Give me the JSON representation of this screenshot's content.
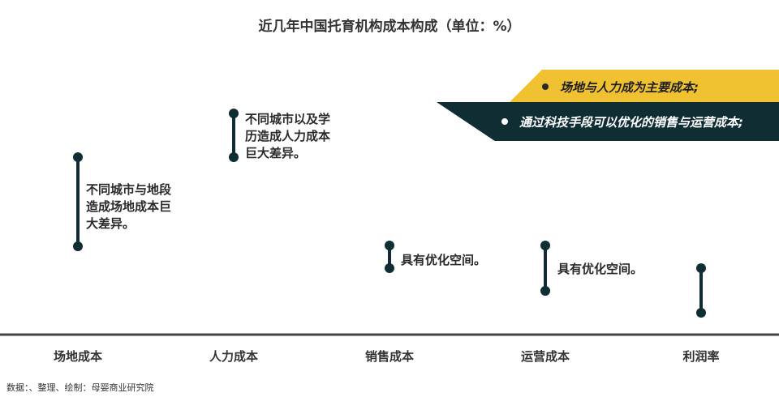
{
  "title": "近几年中国托育机构成本构成（单位：%）",
  "chart_data": {
    "type": "floating-bar",
    "categories": [
      "场地成本",
      "人力成本",
      "销售成本",
      "运营成本",
      "利润率"
    ],
    "annotations": [
      "不同城市与地段造成场地成本巨大差异。",
      "不同城市以及学历造成人力成本巨大差异。",
      "具有优化空间。",
      "具有优化空间。",
      ""
    ],
    "colors": {
      "bar": "#0f2d33",
      "axis": "#444444"
    }
  },
  "banners": [
    {
      "text": "场地与人力成为主要成本;",
      "color": "#f0c232"
    },
    {
      "text": "通过科技手段可以优化的销售与运营成本;",
      "color": "#0f2d33"
    }
  ],
  "footer": "数据：、整理、绘制：母婴商业研究院"
}
